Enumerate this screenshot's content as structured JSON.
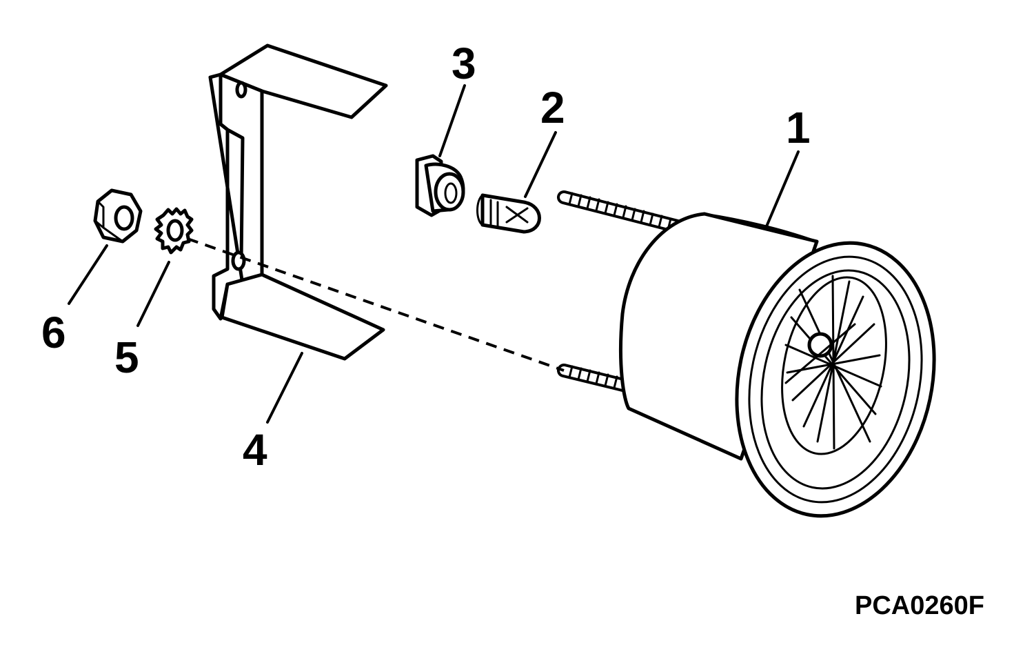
{
  "figure": {
    "reference_code": "PCA0260F"
  },
  "callouts": [
    {
      "id": "1",
      "label": "1"
    },
    {
      "id": "2",
      "label": "2"
    },
    {
      "id": "3",
      "label": "3"
    },
    {
      "id": "4",
      "label": "4"
    },
    {
      "id": "5",
      "label": "5"
    },
    {
      "id": "6",
      "label": "6"
    }
  ]
}
